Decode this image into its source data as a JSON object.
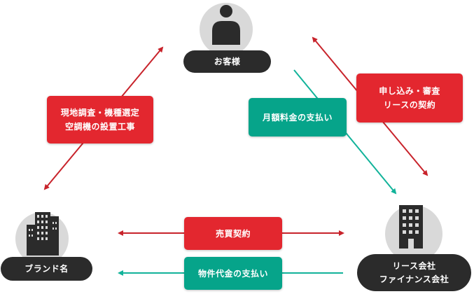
{
  "colors": {
    "red": "#e3272f",
    "arrow_red": "#c8232b",
    "green": "#06a48a",
    "arrow_green": "#12b39a",
    "pill": "#2b2b2b",
    "circle": "#d9d9d9"
  },
  "nodes": {
    "customer": {
      "label": "お客様",
      "icon": "person-icon"
    },
    "brand": {
      "label": "ブランド名",
      "icon": "building-icon"
    },
    "lease": {
      "line1": "リース会社",
      "line2": "ファイナンス会社",
      "icon": "building-icon"
    }
  },
  "flows": {
    "survey": {
      "line1": "現地調査・機種選定",
      "line2": "空調機の設置工事"
    },
    "application": {
      "line1": "申し込み・審査",
      "line2": "リースの契約"
    },
    "monthly_payment": {
      "label": "月額料金の支払い"
    },
    "sales_contract": {
      "label": "売買契約"
    },
    "property_payment": {
      "label": "物件代金の支払い"
    }
  }
}
